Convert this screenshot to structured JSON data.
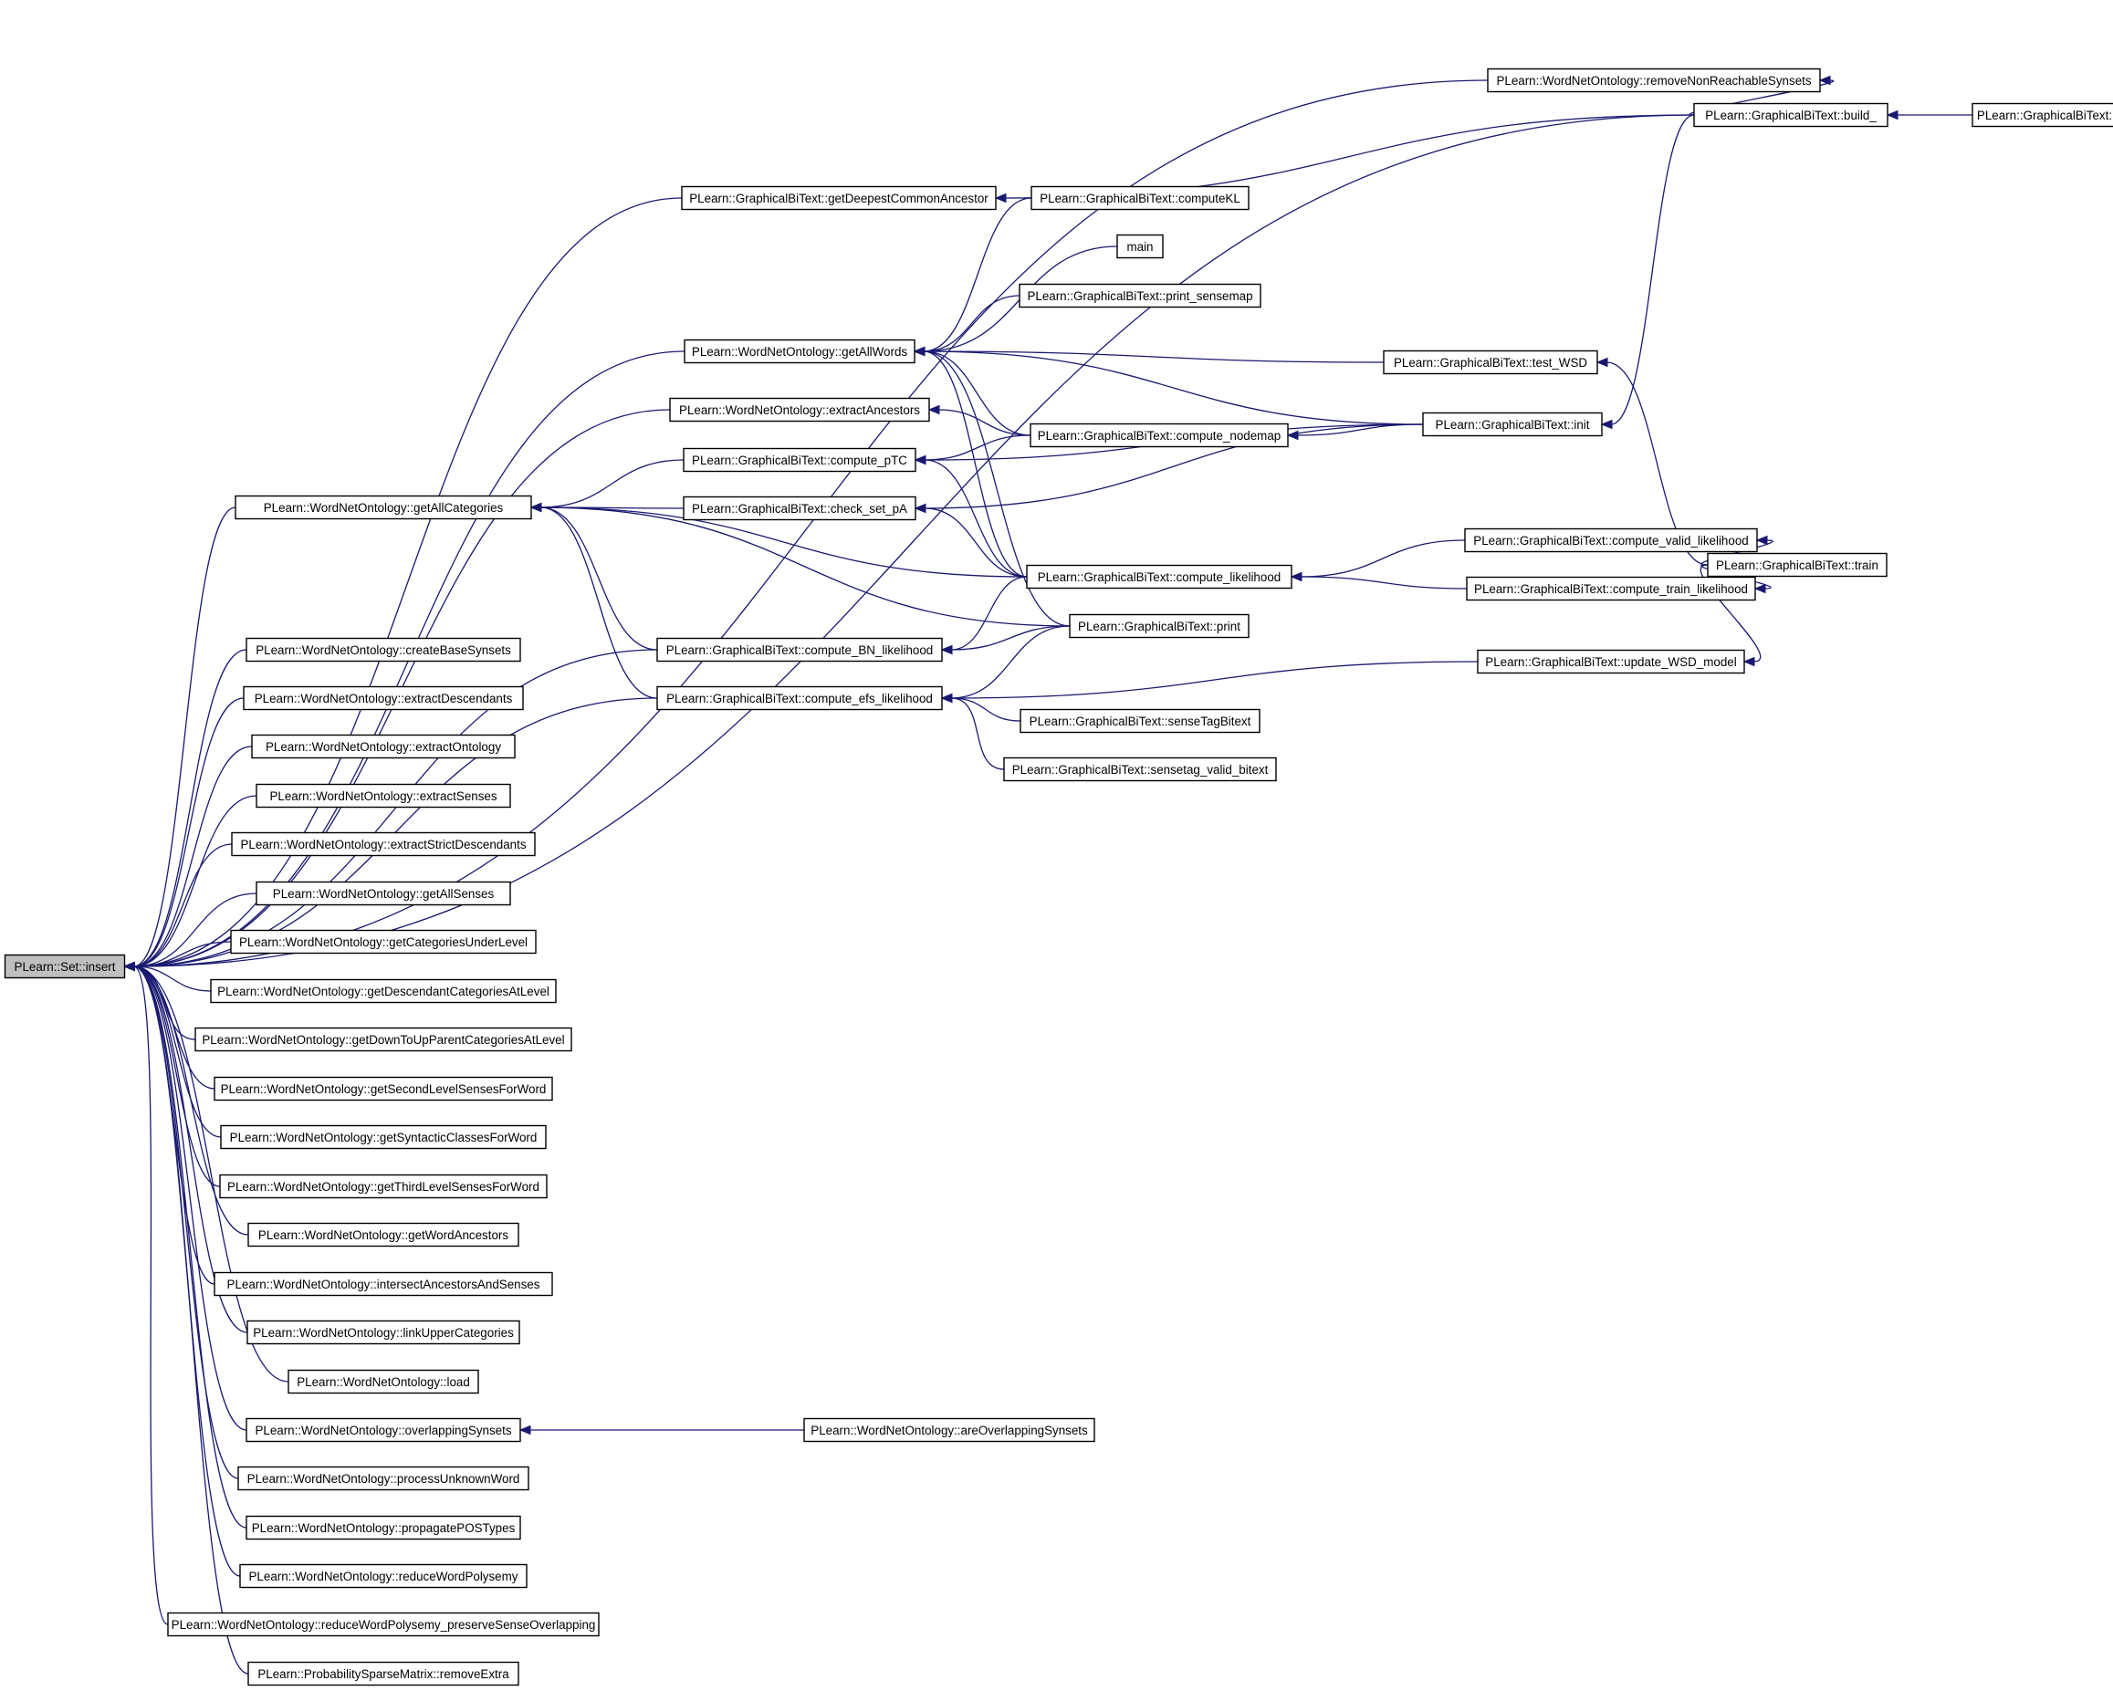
{
  "colors": {
    "edge": "#191970",
    "node_fill": "#ffffff",
    "root_fill": "#bfbfbf",
    "border": "#000000"
  },
  "nodes": [
    {
      "id": "insert",
      "label": "PLearn::Set::insert",
      "root": true
    },
    {
      "id": "getAllCategories",
      "label": "PLearn::WordNetOntology::getAllCategories"
    },
    {
      "id": "createBaseSynsets",
      "label": "PLearn::WordNetOntology::createBaseSynsets"
    },
    {
      "id": "extractDescendants",
      "label": "PLearn::WordNetOntology::extractDescendants"
    },
    {
      "id": "extractOntology",
      "label": "PLearn::WordNetOntology::extractOntology"
    },
    {
      "id": "extractSenses",
      "label": "PLearn::WordNetOntology::extractSenses"
    },
    {
      "id": "extractStrictDescendants",
      "label": "PLearn::WordNetOntology::extractStrictDescendants"
    },
    {
      "id": "getAllSenses",
      "label": "PLearn::WordNetOntology::getAllSenses"
    },
    {
      "id": "getCategoriesUnderLevel",
      "label": "PLearn::WordNetOntology::getCategoriesUnderLevel"
    },
    {
      "id": "getDescendantCategoriesAtLevel",
      "label": "PLearn::WordNetOntology::getDescendantCategoriesAtLevel"
    },
    {
      "id": "getDownToUpParentCategoriesAtLevel",
      "label": "PLearn::WordNetOntology::getDownToUpParentCategoriesAtLevel"
    },
    {
      "id": "getSecondLevelSensesForWord",
      "label": "PLearn::WordNetOntology::getSecondLevelSensesForWord"
    },
    {
      "id": "getSyntacticClassesForWord",
      "label": "PLearn::WordNetOntology::getSyntacticClassesForWord"
    },
    {
      "id": "getThirdLevelSensesForWord",
      "label": "PLearn::WordNetOntology::getThirdLevelSensesForWord"
    },
    {
      "id": "getWordAncestors",
      "label": "PLearn::WordNetOntology::getWordAncestors"
    },
    {
      "id": "intersectAncestorsAndSenses",
      "label": "PLearn::WordNetOntology::intersectAncestorsAndSenses"
    },
    {
      "id": "linkUpperCategories",
      "label": "PLearn::WordNetOntology::linkUpperCategories"
    },
    {
      "id": "load",
      "label": "PLearn::WordNetOntology::load"
    },
    {
      "id": "overlappingSynsets",
      "label": "PLearn::WordNetOntology::overlappingSynsets"
    },
    {
      "id": "processUnknownWord",
      "label": "PLearn::WordNetOntology::processUnknownWord"
    },
    {
      "id": "propagatePOSTypes",
      "label": "PLearn::WordNetOntology::propagatePOSTypes"
    },
    {
      "id": "reduceWordPolysemy",
      "label": "PLearn::WordNetOntology::reduceWordPolysemy"
    },
    {
      "id": "reduceWordPolysemy_pso",
      "label": "PLearn::WordNetOntology::reduceWordPolysemy_preserveSenseOverlapping"
    },
    {
      "id": "removeExtra",
      "label": "PLearn::ProbabilitySparseMatrix::removeExtra"
    },
    {
      "id": "getDeepestCommonAncestor",
      "label": "PLearn::GraphicalBiText::getDeepestCommonAncestor"
    },
    {
      "id": "getAllWords",
      "label": "PLearn::WordNetOntology::getAllWords"
    },
    {
      "id": "extractAncestors",
      "label": "PLearn::WordNetOntology::extractAncestors"
    },
    {
      "id": "compute_pTC",
      "label": "PLearn::GraphicalBiText::compute_pTC"
    },
    {
      "id": "check_set_pA",
      "label": "PLearn::GraphicalBiText::check_set_pA"
    },
    {
      "id": "compute_BN_likelihood",
      "label": "PLearn::GraphicalBiText::compute_BN_likelihood"
    },
    {
      "id": "compute_efs_likelihood",
      "label": "PLearn::GraphicalBiText::compute_efs_likelihood"
    },
    {
      "id": "areOverlappingSynsets",
      "label": "PLearn::WordNetOntology::areOverlappingSynsets"
    },
    {
      "id": "computeKL",
      "label": "PLearn::GraphicalBiText::computeKL"
    },
    {
      "id": "main",
      "label": "main"
    },
    {
      "id": "print_sensemap",
      "label": "PLearn::GraphicalBiText::print_sensemap"
    },
    {
      "id": "compute_nodemap",
      "label": "PLearn::GraphicalBiText::compute_nodemap"
    },
    {
      "id": "compute_likelihood",
      "label": "PLearn::GraphicalBiText::compute_likelihood"
    },
    {
      "id": "print",
      "label": "PLearn::GraphicalBiText::print"
    },
    {
      "id": "senseTagBitext",
      "label": "PLearn::GraphicalBiText::senseTagBitext"
    },
    {
      "id": "sensetag_valid_bitext",
      "label": "PLearn::GraphicalBiText::sensetag_valid_bitext"
    },
    {
      "id": "removeNonReachableSynsets",
      "label": "PLearn::WordNetOntology::removeNonReachableSynsets"
    },
    {
      "id": "test_WSD",
      "label": "PLearn::GraphicalBiText::test_WSD"
    },
    {
      "id": "init",
      "label": "PLearn::GraphicalBiText::init"
    },
    {
      "id": "compute_valid_likelihood",
      "label": "PLearn::GraphicalBiText::compute_valid_likelihood"
    },
    {
      "id": "compute_train_likelihood",
      "label": "PLearn::GraphicalBiText::compute_train_likelihood"
    },
    {
      "id": "update_WSD_model",
      "label": "PLearn::GraphicalBiText::update_WSD_model"
    },
    {
      "id": "build_",
      "label": "PLearn::GraphicalBiText::build_"
    },
    {
      "id": "train",
      "label": "PLearn::GraphicalBiText::train"
    },
    {
      "id": "build",
      "label": "PLearn::GraphicalBiText::build"
    }
  ],
  "edges": [
    {
      "from": "insert",
      "to": "getAllCategories"
    },
    {
      "from": "insert",
      "to": "createBaseSynsets"
    },
    {
      "from": "insert",
      "to": "extractDescendants"
    },
    {
      "from": "insert",
      "to": "extractOntology"
    },
    {
      "from": "insert",
      "to": "extractSenses"
    },
    {
      "from": "insert",
      "to": "extractStrictDescendants"
    },
    {
      "from": "insert",
      "to": "getAllSenses"
    },
    {
      "from": "insert",
      "to": "getCategoriesUnderLevel"
    },
    {
      "from": "insert",
      "to": "getDescendantCategoriesAtLevel"
    },
    {
      "from": "insert",
      "to": "getDownToUpParentCategoriesAtLevel"
    },
    {
      "from": "insert",
      "to": "getSecondLevelSensesForWord"
    },
    {
      "from": "insert",
      "to": "getSyntacticClassesForWord"
    },
    {
      "from": "insert",
      "to": "getThirdLevelSensesForWord"
    },
    {
      "from": "insert",
      "to": "getWordAncestors"
    },
    {
      "from": "insert",
      "to": "intersectAncestorsAndSenses"
    },
    {
      "from": "insert",
      "to": "linkUpperCategories"
    },
    {
      "from": "insert",
      "to": "load"
    },
    {
      "from": "insert",
      "to": "overlappingSynsets"
    },
    {
      "from": "insert",
      "to": "processUnknownWord"
    },
    {
      "from": "insert",
      "to": "propagatePOSTypes"
    },
    {
      "from": "insert",
      "to": "reduceWordPolysemy"
    },
    {
      "from": "insert",
      "to": "reduceWordPolysemy_pso"
    },
    {
      "from": "insert",
      "to": "removeExtra"
    },
    {
      "from": "insert",
      "to": "getDeepestCommonAncestor"
    },
    {
      "from": "insert",
      "to": "getAllWords"
    },
    {
      "from": "insert",
      "to": "extractAncestors"
    },
    {
      "from": "insert",
      "to": "compute_BN_likelihood"
    },
    {
      "from": "insert",
      "to": "compute_efs_likelihood"
    },
    {
      "from": "insert",
      "to": "removeNonReachableSynsets"
    },
    {
      "from": "insert",
      "to": "build_"
    },
    {
      "from": "getAllCategories",
      "to": "compute_pTC"
    },
    {
      "from": "getAllCategories",
      "to": "check_set_pA"
    },
    {
      "from": "getAllCategories",
      "to": "compute_BN_likelihood"
    },
    {
      "from": "getAllCategories",
      "to": "compute_efs_likelihood"
    },
    {
      "from": "getAllCategories",
      "to": "compute_likelihood"
    },
    {
      "from": "getAllCategories",
      "to": "print"
    },
    {
      "from": "overlappingSynsets",
      "to": "areOverlappingSynsets"
    },
    {
      "from": "getDeepestCommonAncestor",
      "to": "build_"
    },
    {
      "from": "getAllWords",
      "to": "computeKL"
    },
    {
      "from": "getAllWords",
      "to": "main"
    },
    {
      "from": "getAllWords",
      "to": "print_sensemap"
    },
    {
      "from": "getAllWords",
      "to": "compute_nodemap"
    },
    {
      "from": "getAllWords",
      "to": "compute_likelihood"
    },
    {
      "from": "getAllWords",
      "to": "print"
    },
    {
      "from": "getAllWords",
      "to": "test_WSD"
    },
    {
      "from": "getAllWords",
      "to": "init"
    },
    {
      "from": "extractAncestors",
      "to": "compute_nodemap"
    },
    {
      "from": "compute_pTC",
      "to": "compute_nodemap"
    },
    {
      "from": "compute_pTC",
      "to": "init"
    },
    {
      "from": "compute_pTC",
      "to": "compute_likelihood"
    },
    {
      "from": "check_set_pA",
      "to": "init"
    },
    {
      "from": "check_set_pA",
      "to": "compute_likelihood"
    },
    {
      "from": "compute_BN_likelihood",
      "to": "compute_likelihood"
    },
    {
      "from": "compute_BN_likelihood",
      "to": "print"
    },
    {
      "from": "compute_efs_likelihood",
      "to": "print"
    },
    {
      "from": "compute_efs_likelihood",
      "to": "update_WSD_model"
    },
    {
      "from": "compute_efs_likelihood",
      "to": "senseTagBitext"
    },
    {
      "from": "compute_efs_likelihood",
      "to": "sensetag_valid_bitext"
    },
    {
      "from": "compute_nodemap",
      "to": "init"
    },
    {
      "from": "compute_likelihood",
      "to": "compute_valid_likelihood"
    },
    {
      "from": "compute_likelihood",
      "to": "compute_train_likelihood"
    },
    {
      "from": "removeNonReachableSynsets",
      "to": "build_"
    },
    {
      "from": "init",
      "to": "build_"
    },
    {
      "from": "test_WSD",
      "to": "train"
    },
    {
      "from": "compute_valid_likelihood",
      "to": "train"
    },
    {
      "from": "compute_train_likelihood",
      "to": "train"
    },
    {
      "from": "update_WSD_model",
      "to": "train"
    },
    {
      "from": "build_",
      "to": "build"
    }
  ]
}
